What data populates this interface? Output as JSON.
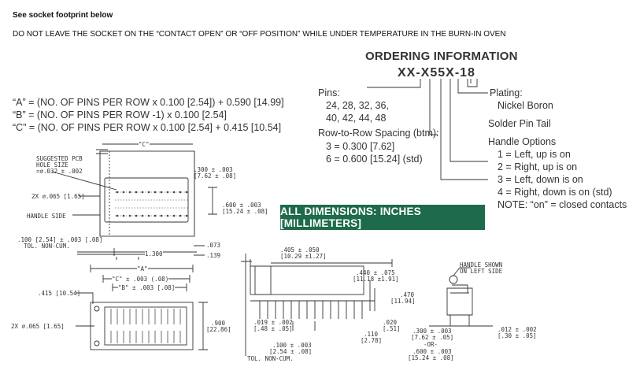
{
  "notes": {
    "footprint": "See socket footprint below",
    "warning": "DO NOT LEAVE THE SOCKET ON THE “CONTACT OPEN” OR “OFF POSITION” WHILE UNDER TEMPERATURE IN THE BURN-IN OVEN"
  },
  "formulas": [
    "“A” = (NO. OF PINS PER ROW x 0.100 [2.54]) + 0.590 [14.99]",
    "“B” = (NO. OF PINS PER ROW -1) x 0.100 [2.54]",
    "“C” = (NO. OF PINS PER ROW x 0.100 [2.54] + 0.415 [10.54]"
  ],
  "ordering": {
    "title": "ORDERING INFORMATION",
    "part_number": "XX-X55X-18",
    "pins_label": "Pins:",
    "pins_line1": "24, 28, 32, 36,",
    "pins_line2": "40, 42, 44, 48",
    "spacing_label": "Row-to-Row Spacing (btm):",
    "spacing_1": "3 = 0.300 [7.62]",
    "spacing_2": "6 = 0.600 [15.24] (std)",
    "plating_label": "Plating:",
    "plating_value": "Nickel Boron",
    "solder": "Solder Pin Tail",
    "handle_label": "Handle Options",
    "handle_1": "1 = Left, up is on",
    "handle_2": "2 = Right, up is on",
    "handle_3": "3 = Left, down is on",
    "handle_4": "4 = Right, down is on (std)",
    "handle_note": "NOTE: “on” = closed contacts"
  },
  "banner": "ALL DIMENSIONS: INCHES [MILLIMETERS]",
  "drawing": {
    "c_label": "\"C\"",
    "suggested_1": "SUGGESTED PCB",
    "suggested_2": "HOLE SIZE",
    "suggested_3": "=⌀.032 ± .002",
    "dim_300": ".300 ± .003",
    "dim_762": "[7.62 ± .08]",
    "dim_2x065": "2X ⌀.065 [1.65]",
    "dim_600": ".600 ± .003",
    "dim_1524": "[15.24 ± .08]",
    "handle_side": "HANDLE SIDE",
    "dim_100": ".100 [2.54] ± .003 [.08]",
    "tol": "TOL. NON-CUM.",
    "dim_073": ".073",
    "dim_1300": "1.300",
    "dim_139": ".139",
    "a_label": "\"A\"",
    "c_dim": "\"C\" ± .003 (.08)",
    "b_dim": "\"B\" ± .003 [.08]",
    "dim_415": ".415 [10.54]",
    "dim_2x065b": "2X ⌀.065 [1.65]",
    "dim_900": ".900",
    "dim_2286": "[22.86]",
    "dim_405": ".405 ± .050",
    "dim_1029": "[10.29 ±1.27]",
    "dim_440": ".440 ± .075",
    "dim_1118": "[11.18 ±1.91]",
    "dim_470": ".470",
    "dim_1194": "[11.94]",
    "dim_019": ".019 ± .002",
    "dim_048": "[.48 ± .05]",
    "dim_020": ".020",
    "dim_051": "[.51]",
    "dim_110": ".110",
    "dim_278": "[2.78]",
    "dim_100b": ".100 ± .003",
    "dim_254": "[2.54 ± .08]",
    "tol2": "TOL. NON-CUM.",
    "handle_shown_1": "HANDLE SHOWN",
    "handle_shown_2": "ON LEFT SIDE",
    "dim_300b": ".300 ± .003",
    "dim_762b": "[7.62 ± .05]",
    "or": "-OR-",
    "dim_600b": ".600 ± .003",
    "dim_1524b": "[15.24 ± .08]",
    "dim_012": ".012 ± .002",
    "dim_030": "[.30 ± .05]"
  },
  "colors": {
    "banner_bg": "#1d6b4a",
    "banner_text": "#ffffff",
    "ink": "#333333"
  }
}
